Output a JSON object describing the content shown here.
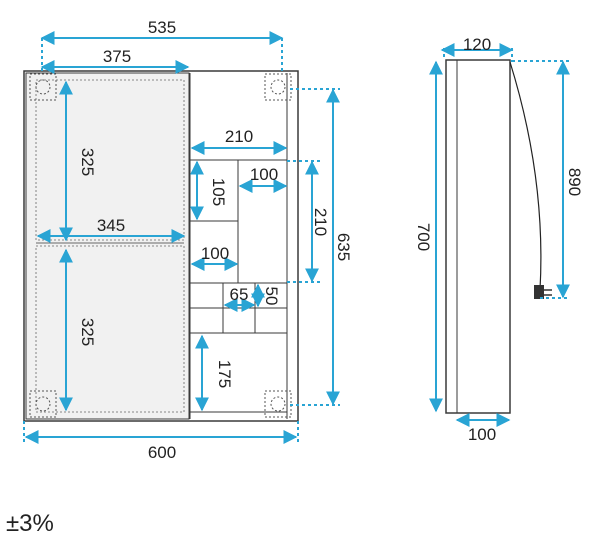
{
  "dimensions": {
    "top_width": "535",
    "mirror_width": "375",
    "mirror_height_top": "325",
    "mirror_height_bottom": "325",
    "mirror_inner_width": "345",
    "shelf_width": "210",
    "top_small_height": "105",
    "top_small_width": "100",
    "compartment_height": "210",
    "mid_width": "100",
    "small_box_width": "65",
    "small_box_height": "50",
    "bottom_height": "175",
    "cabinet_height": "635",
    "total_width": "600",
    "side_depth_top": "120",
    "side_height": "700",
    "cable_length": "890",
    "side_depth_bottom": "100"
  },
  "tolerance": "±3%",
  "colors": {
    "arrow": "#29a4d4",
    "outline": "#3a3a3a",
    "mirror_fill": "#f1f1f1"
  }
}
